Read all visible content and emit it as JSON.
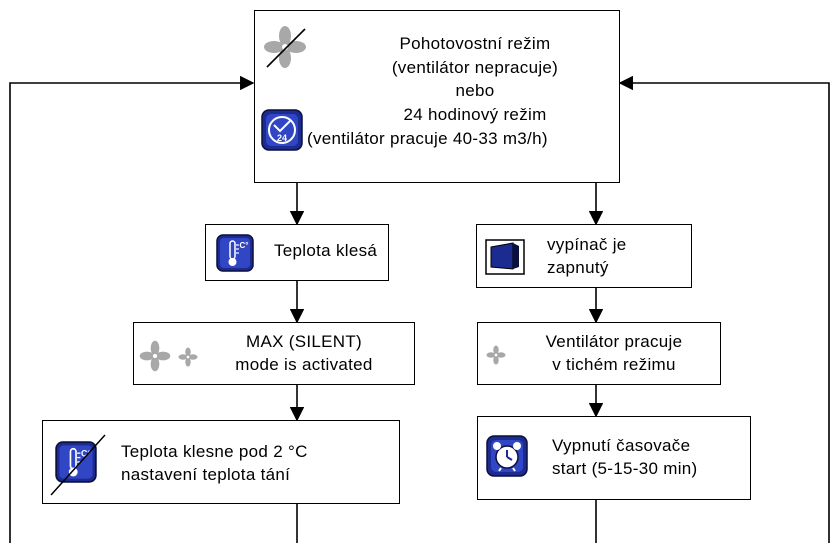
{
  "diagram": {
    "top_box": {
      "line1": "Pohotovostní režim",
      "line2": "(ventilátor nepracuje)",
      "line3": "nebo",
      "line4": "24 hodinový režim",
      "line5": "(ventilátor pracuje 40-33 m3/h)",
      "clock_badge": "24"
    },
    "left_branch": {
      "temp_box": {
        "label": "Teplota klesá",
        "badge": "C°"
      },
      "max_box": {
        "line1": "MAX (SILENT)",
        "line2": "mode is activated"
      },
      "defrost_box": {
        "line1": "Teplota klesne pod 2 °C",
        "line2": "nastavení teplota tání",
        "badge": "C°"
      }
    },
    "right_branch": {
      "switch_box": {
        "line1": "vypínač je",
        "line2": "zapnutý"
      },
      "silent_box": {
        "line1": "Ventilátor pracuje",
        "line2": "v tichém režimu"
      },
      "timer_box": {
        "line1": "Vypnutí časovače",
        "line2": "start (5-15-30 min)"
      }
    },
    "colors": {
      "icon_blue": "#1c2b8f",
      "icon_blue_light": "#3146c4",
      "fan_gray": "#a8a8a8",
      "line": "#000000"
    }
  }
}
